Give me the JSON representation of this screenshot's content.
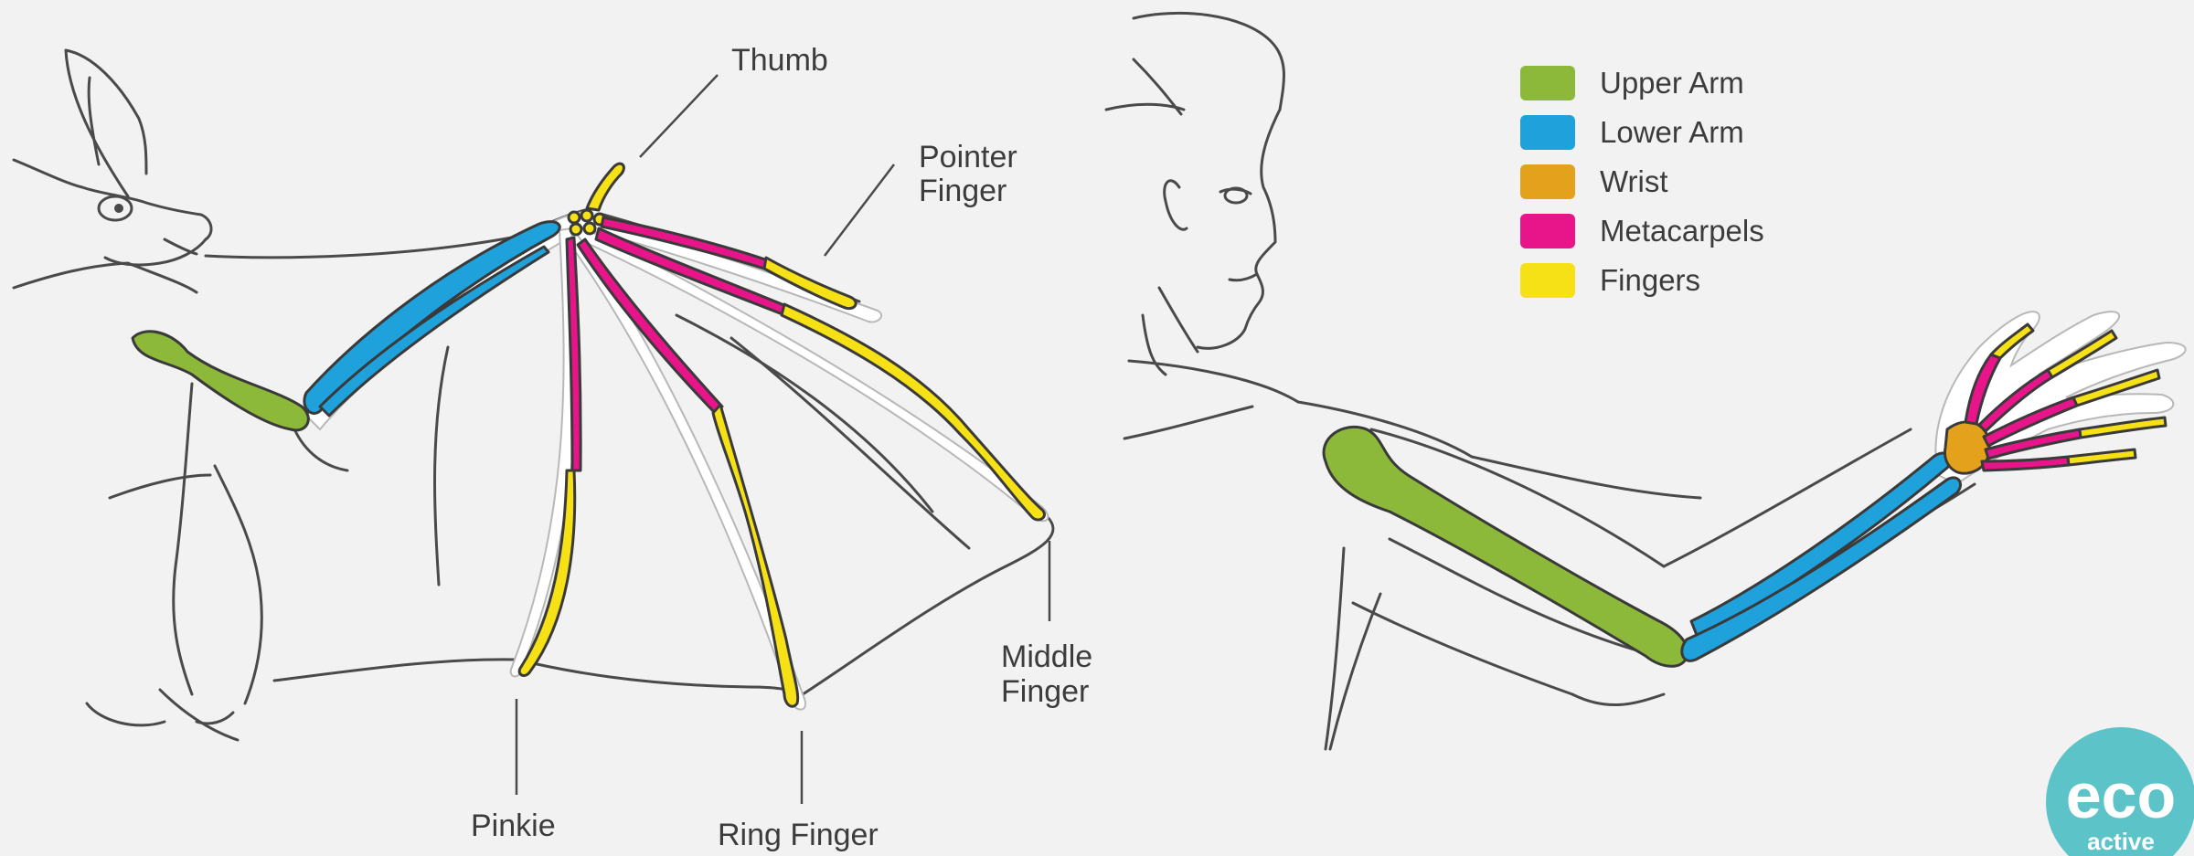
{
  "colors": {
    "upper_arm": "#8db93a",
    "lower_arm": "#1fa1dc",
    "wrist": "#e4a11b",
    "metacarpels": "#e8158a",
    "fingers": "#f6e016",
    "outline": "#4a4a4a",
    "background": "#f2f2f2",
    "logo": "#5cc4c8"
  },
  "legend": [
    {
      "key": "upper_arm",
      "label": "Upper Arm"
    },
    {
      "key": "lower_arm",
      "label": "Lower Arm"
    },
    {
      "key": "wrist",
      "label": "Wrist"
    },
    {
      "key": "metacarpels",
      "label": "Metacarpels"
    },
    {
      "key": "fingers",
      "label": "Fingers"
    }
  ],
  "bat_labels": {
    "thumb": "Thumb",
    "pointer_line1": "Pointer",
    "pointer_line2": "Finger",
    "middle_line1": "Middle",
    "middle_line2": "Finger",
    "pinkie": "Pinkie",
    "ring": "Ring Finger"
  },
  "logo": {
    "main": "eco",
    "sub": "active"
  }
}
